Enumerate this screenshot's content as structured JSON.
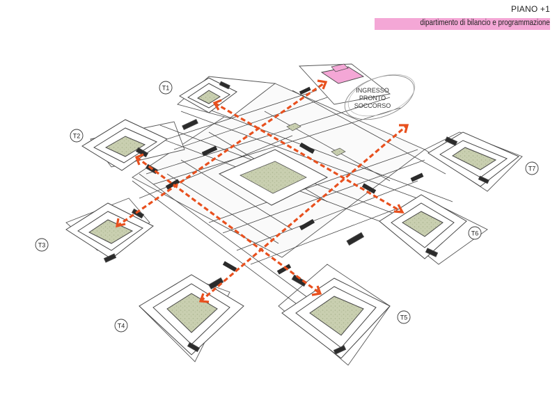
{
  "header": {
    "floor": "PIANO +1",
    "department": "dipartimento di bilancio e programmazione"
  },
  "entrance": {
    "lines": [
      "INGRESSO",
      "PRONTO",
      "SOCCORSO"
    ]
  },
  "towers": [
    {
      "id": "T1"
    },
    {
      "id": "T2"
    },
    {
      "id": "T3"
    },
    {
      "id": "T4"
    },
    {
      "id": "T5"
    },
    {
      "id": "T6"
    },
    {
      "id": "T7"
    }
  ],
  "colors": {
    "highlight": "#f4a7d6",
    "route": "#e8501e",
    "courtyard": "#c9cfb0",
    "wall": "#333333"
  }
}
